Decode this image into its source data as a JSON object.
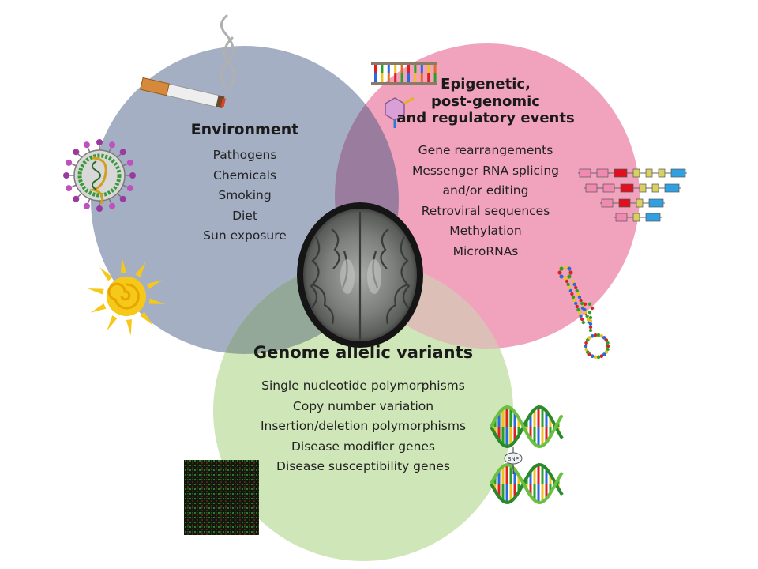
{
  "colors": {
    "environment": "#a4afc4",
    "epigenetic": "#f1a3bd",
    "genome": "#cfe6b8",
    "overlap": "#9a7c9e"
  },
  "environment": {
    "title": "Environment",
    "items": [
      "Pathogens",
      "Chemicals",
      "Smoking",
      "Diet",
      "Sun exposure"
    ]
  },
  "epigenetic": {
    "title_lines": [
      "Epigenetic,",
      "post-genomic",
      "and regulatory events"
    ],
    "items": [
      "Gene rearrangements",
      "Messenger RNA splicing",
      "and/or editing",
      "Retroviral sequences",
      "Methylation",
      "MicroRNAs"
    ]
  },
  "genome": {
    "title": "Genome allelic variants",
    "items": [
      "Single nucleotide polymorphisms",
      "Copy number variation",
      "Insertion/deletion polymorphisms",
      "Disease modifier genes",
      "Disease susceptibility genes"
    ]
  },
  "icons": [
    "cigarette-icon",
    "virus-icon",
    "sun-icon",
    "dna-ladder-icon",
    "molecule-icon",
    "gene-splicing-icon",
    "rna-hairpin-icon",
    "brain-mri-image",
    "dna-helix-snp-icon",
    "microarray-image"
  ],
  "snp_label": "SNP"
}
